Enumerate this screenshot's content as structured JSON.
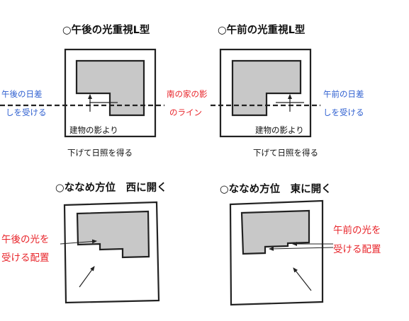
{
  "panels": {
    "afternoon_l": {
      "title": "○午後の光重視L型",
      "left_note_line1": "午後の日差",
      "left_note_line2": "しを受ける",
      "bottom_note_line1": "建物の影より",
      "bottom_note_line2": "下げて日照を得る"
    },
    "morning_l": {
      "title": "○午前の光重視L型",
      "right_note_line1": "午前の日差",
      "right_note_line2": "しを受ける",
      "bottom_note_line1": "建物の影より",
      "bottom_note_line2": "下げて日照を得る"
    },
    "center": {
      "line1": "南の家の影",
      "line2": "のライン"
    },
    "diagonal_west": {
      "title": "○ななめ方位　西に開く",
      "note_line1": "午後の光を",
      "note_line2": "受ける配置"
    },
    "diagonal_east": {
      "title": "○ななめ方位　東に開く",
      "note_line1": "午前の光を",
      "note_line2": "受ける配置"
    }
  },
  "colors": {
    "outline": "#222222",
    "building_fill": "#c8c8c8",
    "blue_text": "#2e5fd0",
    "red_text": "#e8242a"
  }
}
